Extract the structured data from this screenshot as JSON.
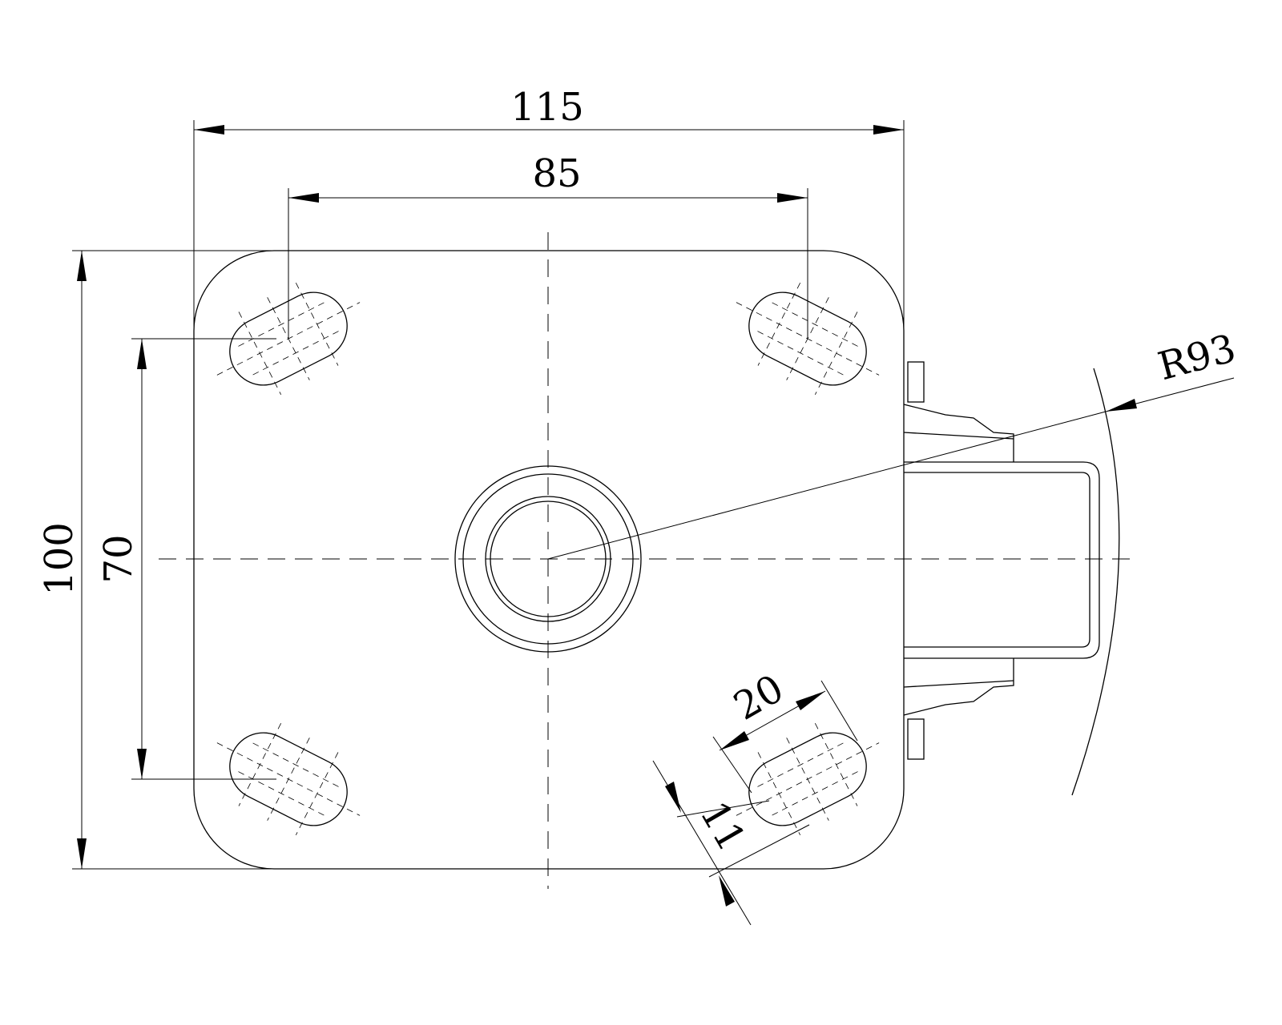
{
  "drawing": {
    "dimensions": {
      "overall_width": "115",
      "hole_spacing_x": "85",
      "overall_height": "100",
      "hole_spacing_y": "70",
      "wheel_radius": "R93",
      "slot_length": "20",
      "slot_width": "11"
    }
  }
}
